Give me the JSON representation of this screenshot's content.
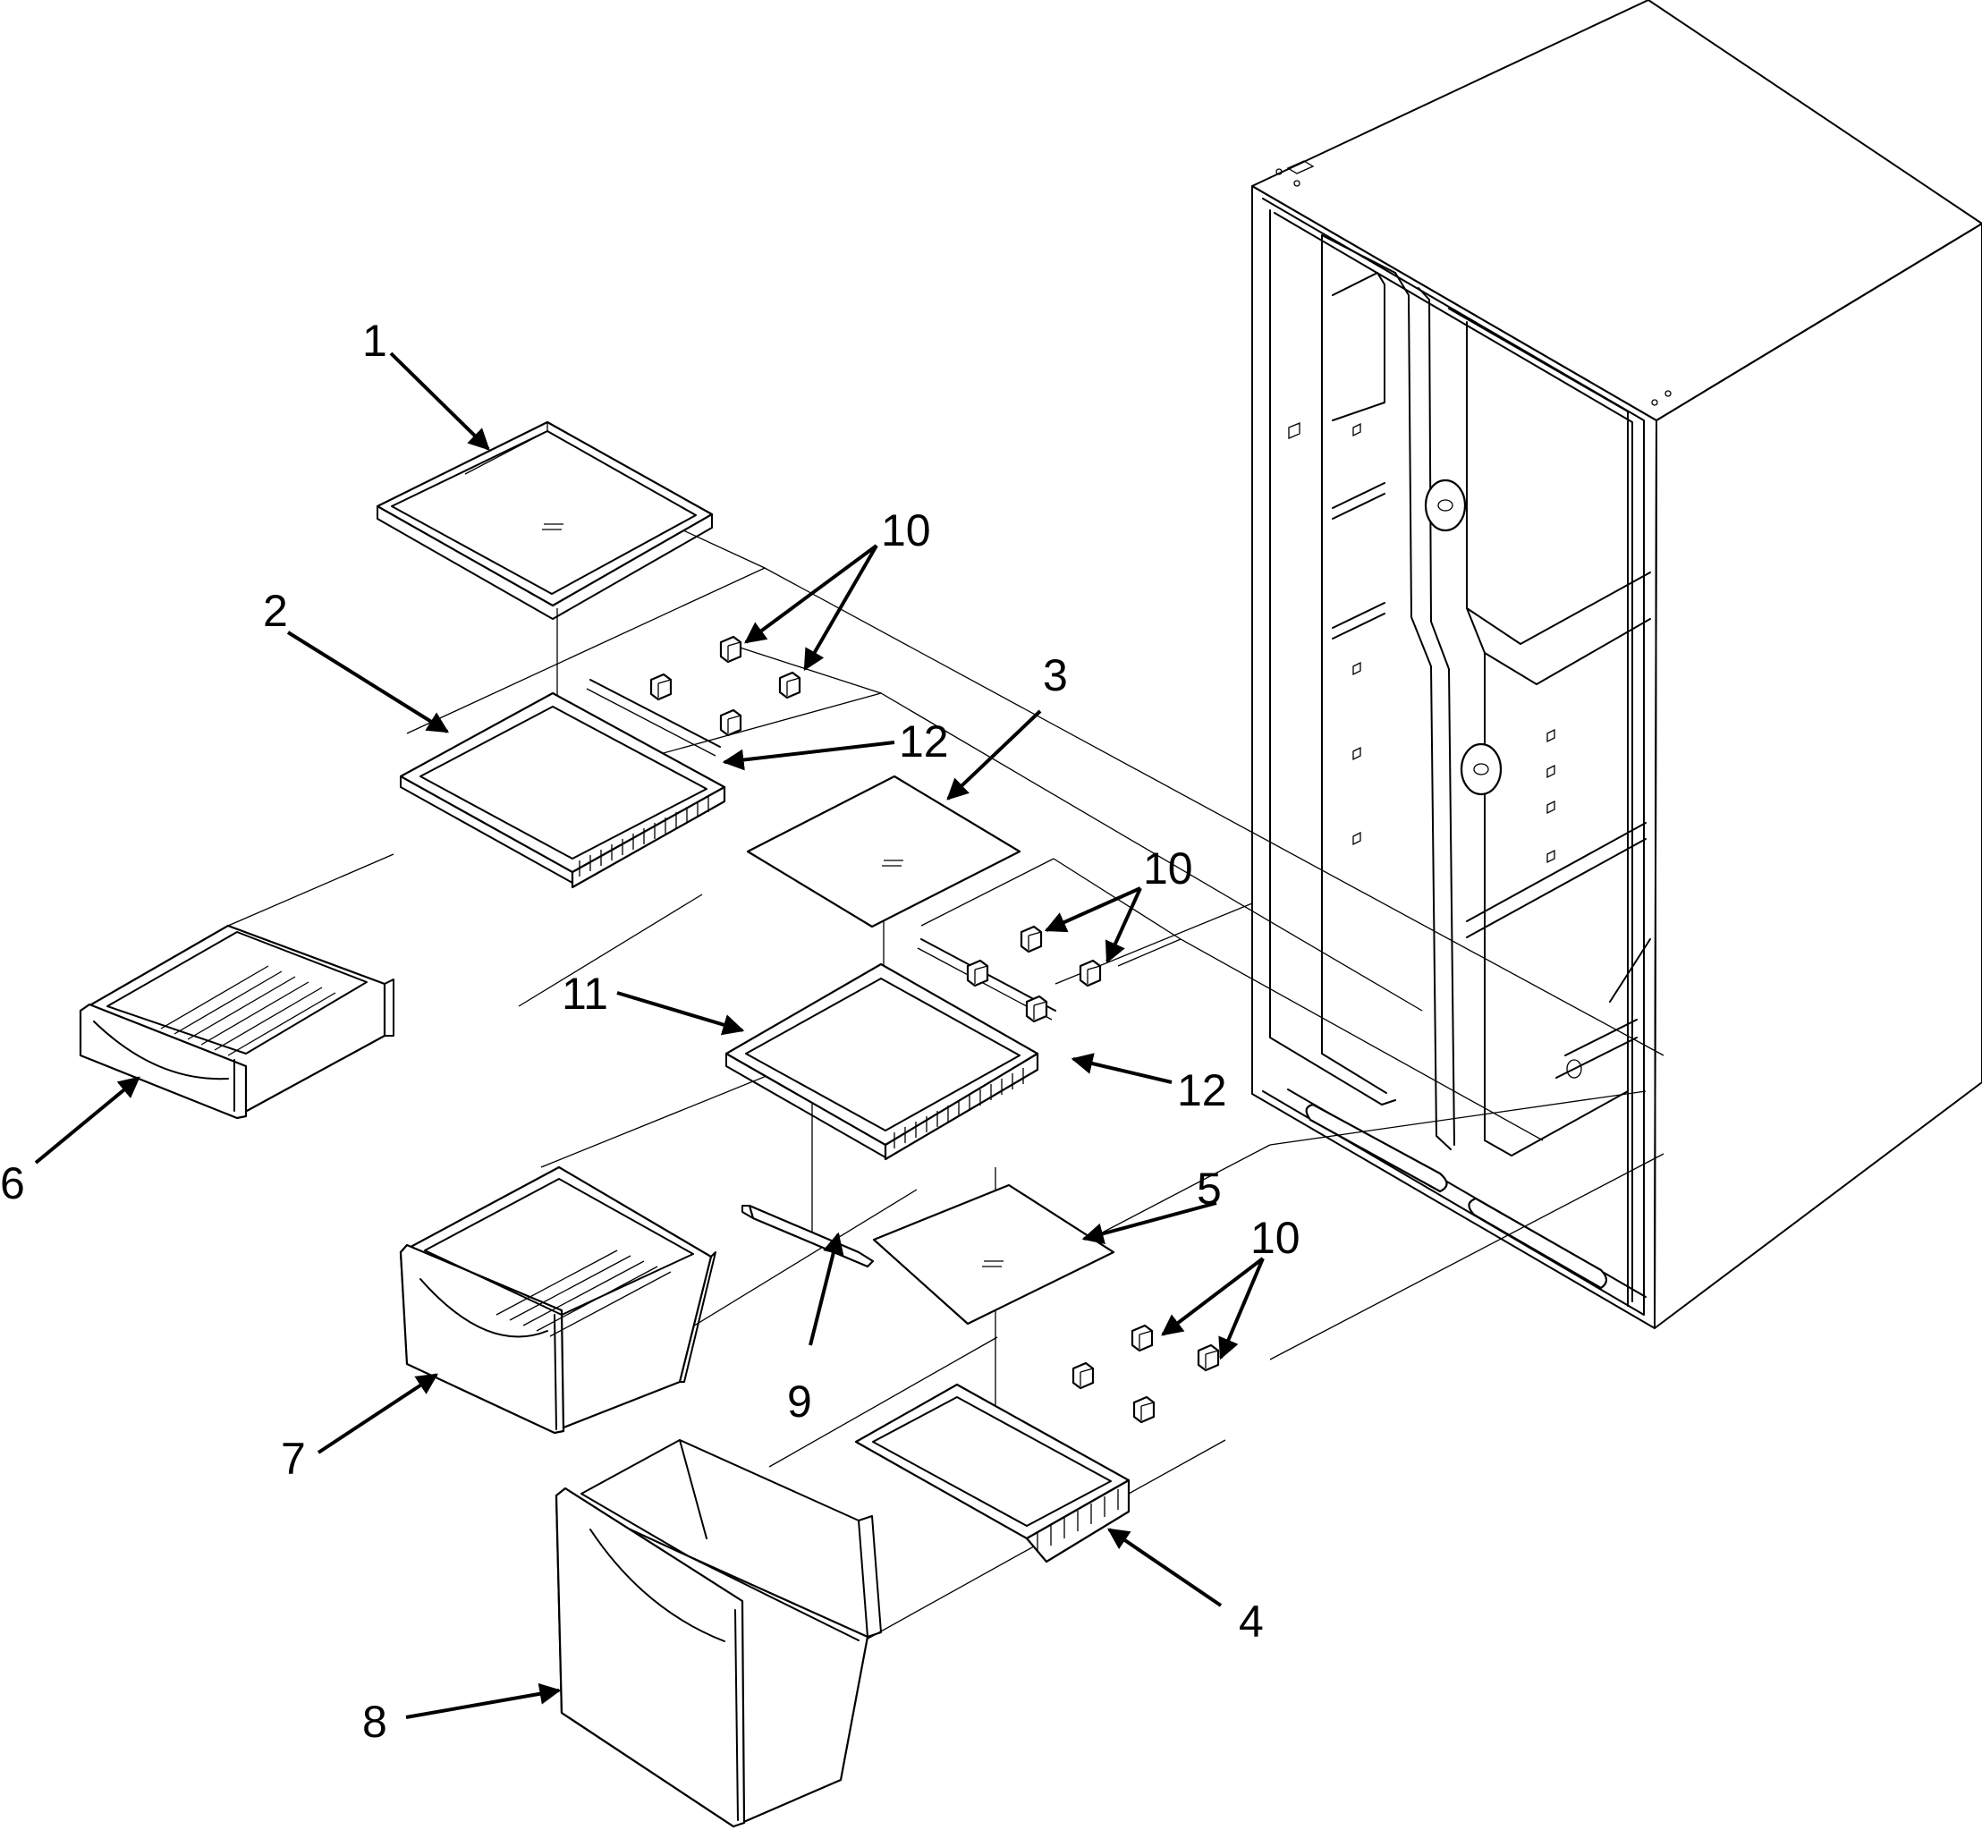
{
  "callouts": {
    "c1": "1",
    "c2": "2",
    "c3": "3",
    "c4": "4",
    "c5": "5",
    "c6": "6",
    "c7": "7",
    "c8": "8",
    "c9": "9",
    "c10a": "10",
    "c10b": "10",
    "c10c": "10",
    "c11": "11",
    "c12a": "12",
    "c12b": "12"
  },
  "icons": {
    "arrowhead": "arrowhead-icon",
    "clip": "shelf-clip-icon"
  }
}
